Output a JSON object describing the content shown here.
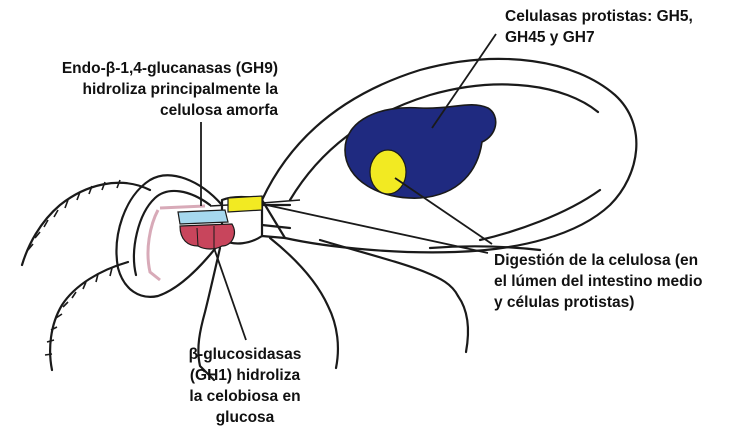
{
  "labels": {
    "protist_cellulases": [
      "Celulasas protistas: GH5,",
      "GH45 y GH7"
    ],
    "endoglucanases": [
      "Endo-β-1,4-glucanasas (GH9)",
      "hidroliza principalmente la",
      "celulosa amorfa"
    ],
    "cellulose_digestion": [
      "Digestión de la celulosa (en",
      "el lúmen del intestino medio",
      "y células protistas)"
    ],
    "beta_glucosidases": [
      "β-glucosidasas",
      "(GH1) hidroliza",
      "la celobiosa en",
      "glucosa"
    ]
  },
  "colors": {
    "outline": "#1a1a1a",
    "hindgut_pouch": "#1f2a80",
    "protist_cell": "#f2ea22",
    "midgut_segment": "#f2ea22",
    "salivary_upper": "#a6d8ee",
    "salivary_lower": "#c8455c",
    "foregut_tube": "#d8aab8"
  }
}
